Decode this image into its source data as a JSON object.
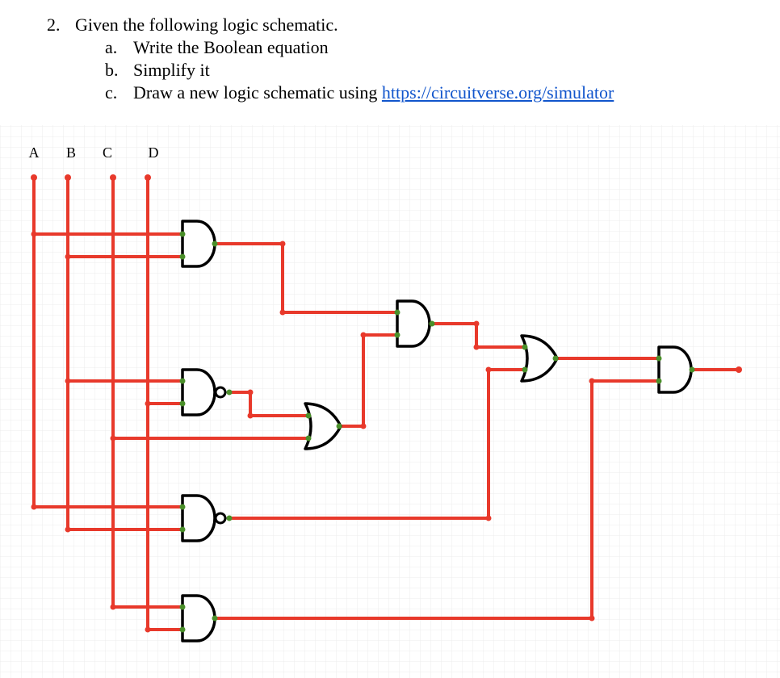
{
  "question": {
    "number": "2.",
    "prompt": "Given the following logic schematic.",
    "items": [
      {
        "marker": "a.",
        "text": "Write the Boolean equation"
      },
      {
        "marker": "b.",
        "text": "Simplify it"
      },
      {
        "marker": "c.",
        "text": "Draw a new logic schematic using ",
        "link": "https://circuitverse.org/simulator"
      }
    ]
  },
  "diagram": {
    "inputs": [
      "A",
      "B",
      "C",
      "D"
    ],
    "gates": [
      {
        "id": "g1",
        "type": "AND"
      },
      {
        "id": "g2",
        "type": "NAND"
      },
      {
        "id": "g3",
        "type": "NAND"
      },
      {
        "id": "g4",
        "type": "AND"
      },
      {
        "id": "g5",
        "type": "OR"
      },
      {
        "id": "g6",
        "type": "AND"
      },
      {
        "id": "g7",
        "type": "OR"
      },
      {
        "id": "g8",
        "type": "AND"
      }
    ],
    "colors": {
      "wire": "#e8392b",
      "node": "#4a8f2a",
      "gate": "#000000",
      "grid": "#e6e6e6"
    }
  }
}
